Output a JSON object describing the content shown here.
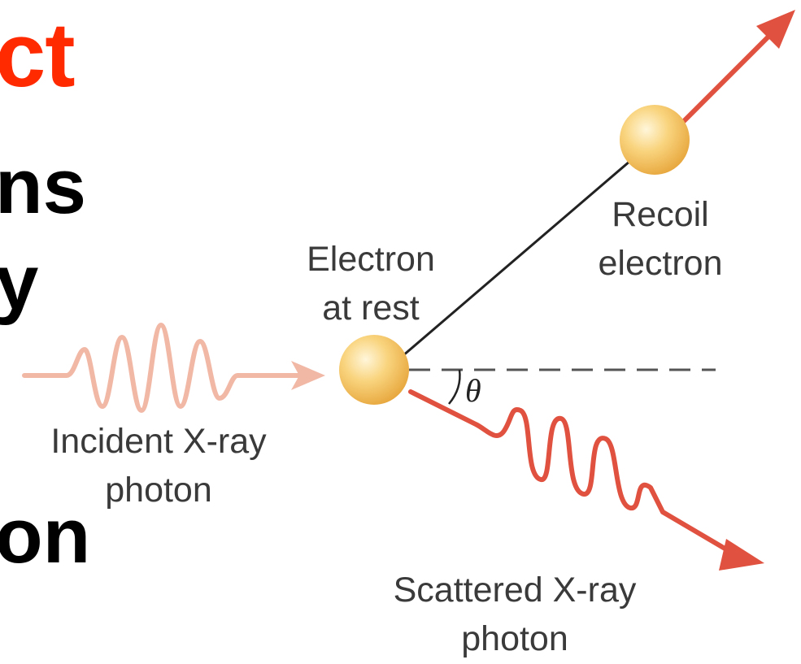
{
  "slide": {
    "title_fragment": "ct",
    "text_lines": [
      "ns",
      "y",
      "on"
    ]
  },
  "diagram": {
    "incident_label": [
      "Incident X-ray",
      "photon"
    ],
    "electron_rest_label": [
      "Electron",
      "at rest"
    ],
    "recoil_label": [
      "Recoil",
      "electron"
    ],
    "scattered_label": [
      "Scattered X-ray",
      "photon"
    ],
    "angle_label": "θ",
    "colors": {
      "title": "#ff2a00",
      "incident_wave": "#f1b8a6",
      "scattered_wave": "#e0523f",
      "electron_fill": "#f7c866",
      "text": "#3a3a3a"
    }
  }
}
